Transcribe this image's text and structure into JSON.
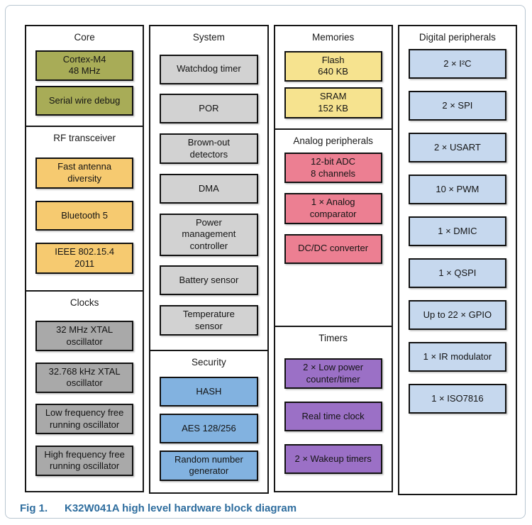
{
  "palette": {
    "outer_border": "#b9c6d1",
    "section_border": "#161616",
    "caption_color": "#2e6d9e"
  },
  "diagram": {
    "columns": [
      {
        "sections": [
          {
            "title": "Core",
            "box_color": "#a8ac57",
            "boxes": [
              {
                "label": "Cortex-M4\n48 MHz"
              },
              {
                "label": "Serial wire debug"
              }
            ]
          },
          {
            "title": "RF transceiver",
            "box_color": "#f6ca70",
            "boxes": [
              {
                "label": "Fast antenna\ndiversity"
              },
              {
                "label": "Bluetooth 5"
              },
              {
                "label": "IEEE 802.15.4\n2011"
              }
            ]
          },
          {
            "title": "Clocks",
            "box_color": "#a9a9a9",
            "boxes": [
              {
                "label": "32 MHz XTAL\noscillator"
              },
              {
                "label": "32.768 kHz XTAL\noscillator"
              },
              {
                "label": "Low frequency free\nrunning oscillator"
              },
              {
                "label": "High frequency free\nrunning oscillator"
              }
            ]
          }
        ]
      },
      {
        "sections": [
          {
            "title": "System",
            "box_color": "#d2d2d2",
            "boxes": [
              {
                "label": "Watchdog timer"
              },
              {
                "label": "POR"
              },
              {
                "label": "Brown-out\ndetectors"
              },
              {
                "label": "DMA"
              },
              {
                "label": "Power\nmanagement\ncontroller"
              },
              {
                "label": "Battery sensor"
              },
              {
                "label": "Temperature\nsensor"
              }
            ]
          },
          {
            "title": "Security",
            "box_color": "#82b2e0",
            "boxes": [
              {
                "label": "HASH"
              },
              {
                "label": "AES 128/256"
              },
              {
                "label": "Random number\ngenerator"
              }
            ]
          }
        ]
      },
      {
        "sections": [
          {
            "title": "Memories",
            "box_color": "#f6e38f",
            "boxes": [
              {
                "label": "Flash\n640 KB"
              },
              {
                "label": "SRAM\n152 KB"
              }
            ]
          },
          {
            "title": "Analog peripherals",
            "box_color": "#ec7f92",
            "boxes": [
              {
                "label": "12-bit ADC\n8 channels"
              },
              {
                "label": "1 × Analog\ncomparator"
              },
              {
                "label": "DC/DC converter"
              }
            ]
          },
          {
            "title": "Timers",
            "box_color": "#9b70c6",
            "boxes": [
              {
                "label": "2 × Low power\ncounter/timer"
              },
              {
                "label": "Real time clock"
              },
              {
                "label": "2 × Wakeup timers"
              }
            ]
          }
        ]
      },
      {
        "sections": [
          {
            "title": "Digital peripherals",
            "box_color": "#c6d8ee",
            "boxes": [
              {
                "label": "2 × I²C"
              },
              {
                "label": "2 × SPI"
              },
              {
                "label": "2 × USART"
              },
              {
                "label": "10 × PWM"
              },
              {
                "label": "1 × DMIC"
              },
              {
                "label": "1 × QSPI"
              },
              {
                "label": "Up to 22 × GPIO"
              },
              {
                "label": "1 × IR modulator"
              },
              {
                "label": "1 × ISO7816"
              }
            ]
          }
        ]
      }
    ]
  },
  "caption": {
    "label": "Fig 1.",
    "text": "K32W041A high level hardware block diagram"
  }
}
